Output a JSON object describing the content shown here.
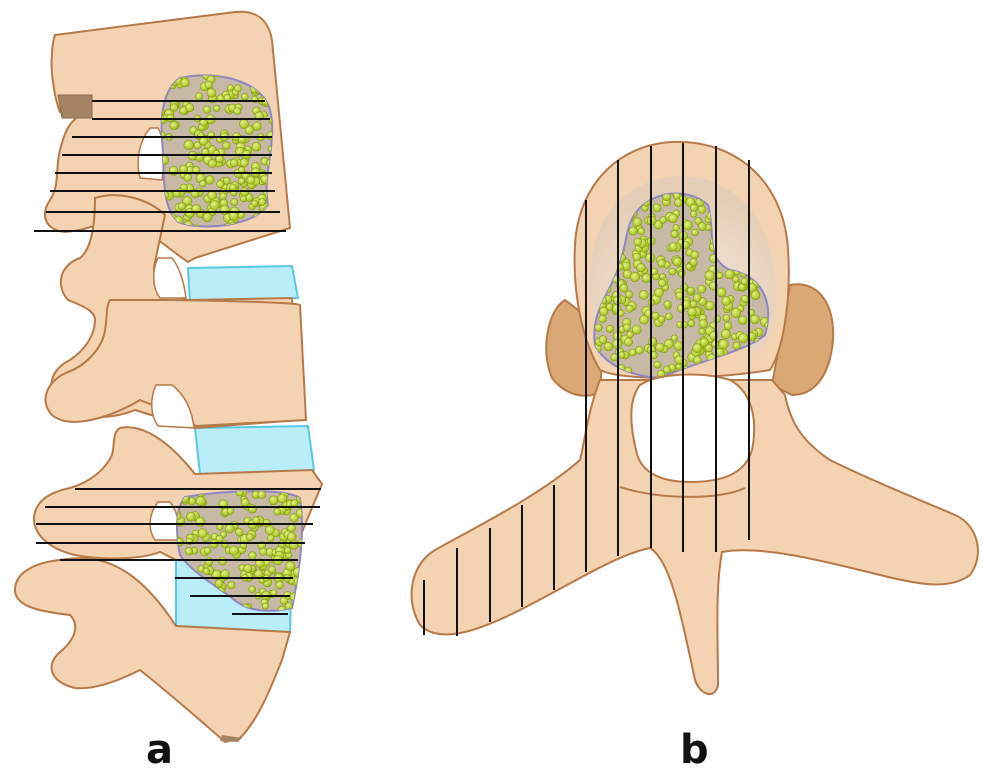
{
  "panels": [
    {
      "label": "a",
      "view": "lateral-spine"
    },
    {
      "label": "b",
      "view": "axial-vertebra"
    }
  ],
  "colors": {
    "bone_fill": "#f4d3b3",
    "bone_outline": "#b67a48",
    "disc_fill": "#b9edf7",
    "disc_outline": "#5bc7e0",
    "tumor_fill": "#c8b9a7",
    "tumor_outline": "#8f86c4",
    "cell_fill": "#b7cf2c",
    "cell_outline": "#7f9a12",
    "line_color": "#111111",
    "pedicle_shade": "#d9a874"
  }
}
